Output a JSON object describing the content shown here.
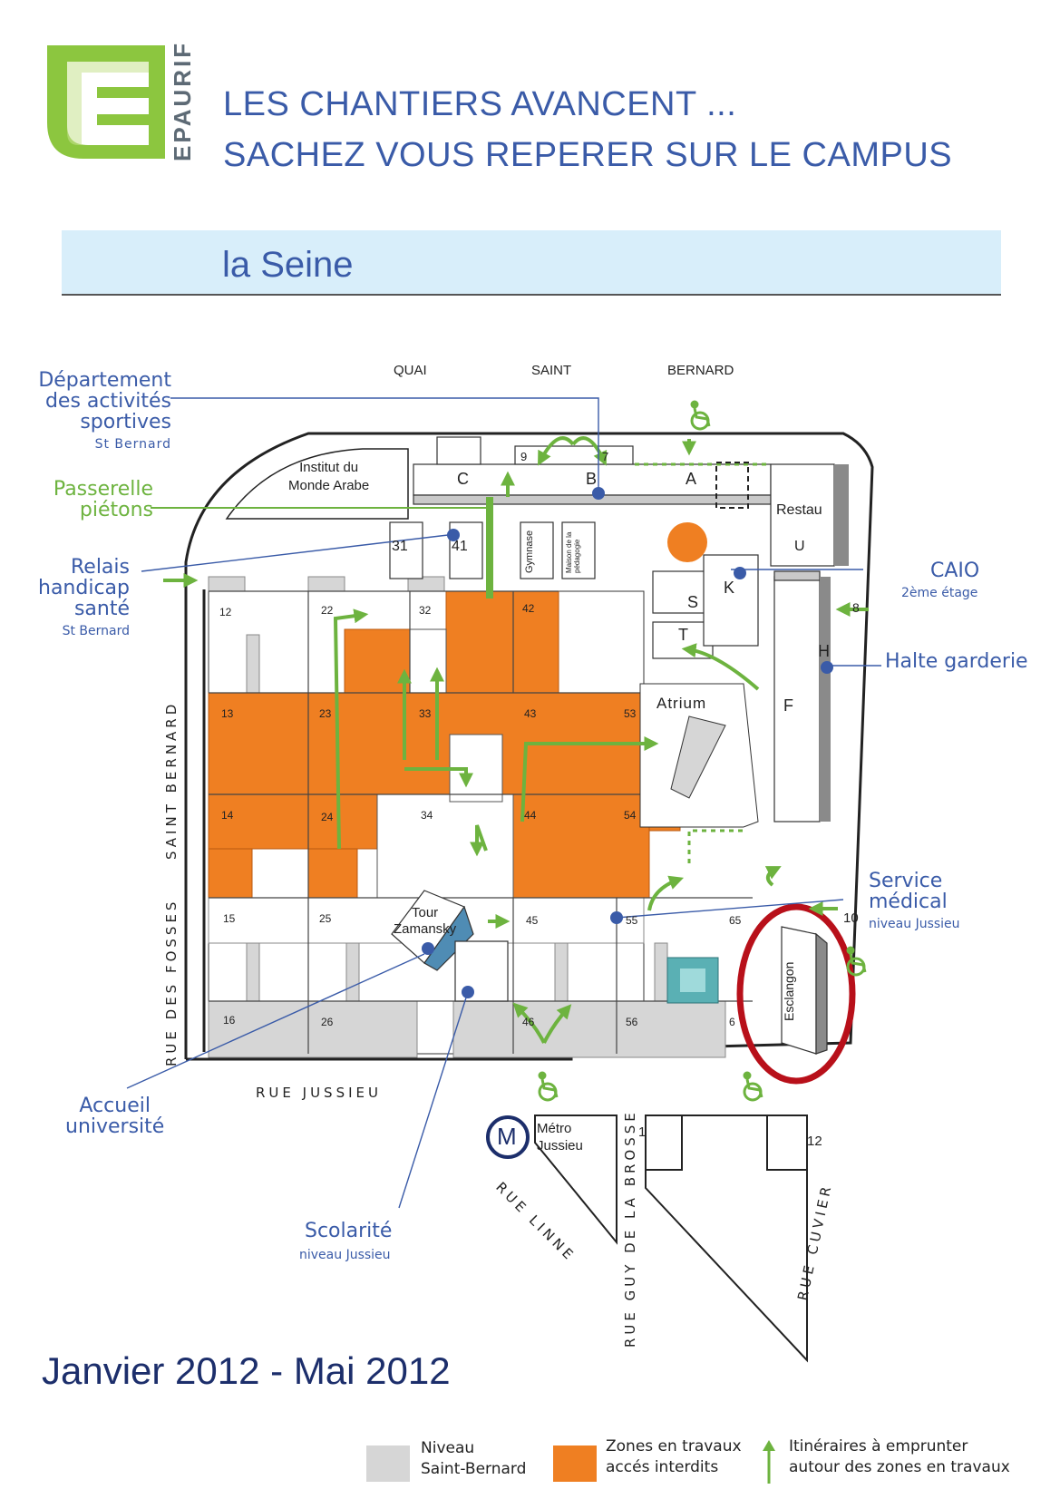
{
  "header": {
    "logo_text": "EPAURIF",
    "logo_color": "#8cc63f",
    "line1": "LES CHANTIERS AVANCENT ...",
    "line2": "SACHEZ VOUS REPERER SUR LE CAMPUS",
    "banner_title": "la Seine"
  },
  "colors": {
    "accent_blue": "#3a5ba8",
    "works_orange": "#ef7f22",
    "route_green": "#6db33f",
    "level_grey": "#d6d6d6",
    "hazard_red": "#b8101a",
    "banner_bg": "#d8eefa"
  },
  "streets": {
    "quai": "QUAI",
    "saint": "SAINT",
    "bernard": "BERNARD",
    "saint_bernard": "SAINT BERNARD",
    "rue_fosses": "RUE DES FOSSES",
    "rue_jussieu": "RUE JUSSIEU",
    "rue_linne": "RUE LINNE",
    "rue_guy": "RUE GUY DE LA BROSSE",
    "rue_cuvier": "RUE CUVIER"
  },
  "callouts": {
    "dept_line1": "Département",
    "dept_line2": "des activités",
    "dept_line3": "sportives",
    "dept_sub": "St Bernard",
    "passerelle_line1": "Passerelle",
    "passerelle_line2": "piétons",
    "relais_line1": "Relais",
    "relais_line2": "handicap",
    "relais_line3": "santé",
    "relais_sub": "St Bernard",
    "caio": "CAIO",
    "caio_sub": "2ème étage",
    "halte": "Halte garderie",
    "service_line1": "Service",
    "service_line2": "médical",
    "service_sub": "niveau Jussieu",
    "accueil_line1": "Accueil",
    "accueil_line2": "université",
    "scolarite": "Scolarité",
    "scolarite_sub": "niveau Jussieu"
  },
  "map_labels": {
    "institut_line1": "Institut du",
    "institut_line2": "Monde  Arabe",
    "restau": "Restau",
    "u": "U",
    "atrium": "Atrium",
    "tour_line1": "Tour",
    "tour_line2": "Zamansky",
    "gymnase": "Gymnase",
    "maison": "Maison de la pédagogie",
    "esclangon": "Esclangon",
    "metro_symbol": "M",
    "metro_line1": "Métro",
    "metro_line2": "Jussieu",
    "letters": [
      "A",
      "B",
      "C",
      "F",
      "H",
      "K",
      "S",
      "T"
    ],
    "numbers": [
      "9",
      "7",
      "31",
      "41",
      "12",
      "22",
      "32",
      "42",
      "13",
      "23",
      "33",
      "43",
      "53",
      "14",
      "24",
      "34",
      "44",
      "54",
      "15",
      "25",
      "45",
      "55",
      "65",
      "16",
      "26",
      "46",
      "56",
      "6",
      "8",
      "10",
      "1",
      "12"
    ]
  },
  "footer": {
    "period": "Janvier 2012 - Mai 2012",
    "legend": [
      {
        "line1": "Niveau",
        "line2": "Saint-Bernard"
      },
      {
        "line1": "Zones en travaux",
        "line2": "accés interdits"
      },
      {
        "line1": "Itinéraires à emprunter",
        "line2": "autour des zones en travaux"
      }
    ]
  }
}
